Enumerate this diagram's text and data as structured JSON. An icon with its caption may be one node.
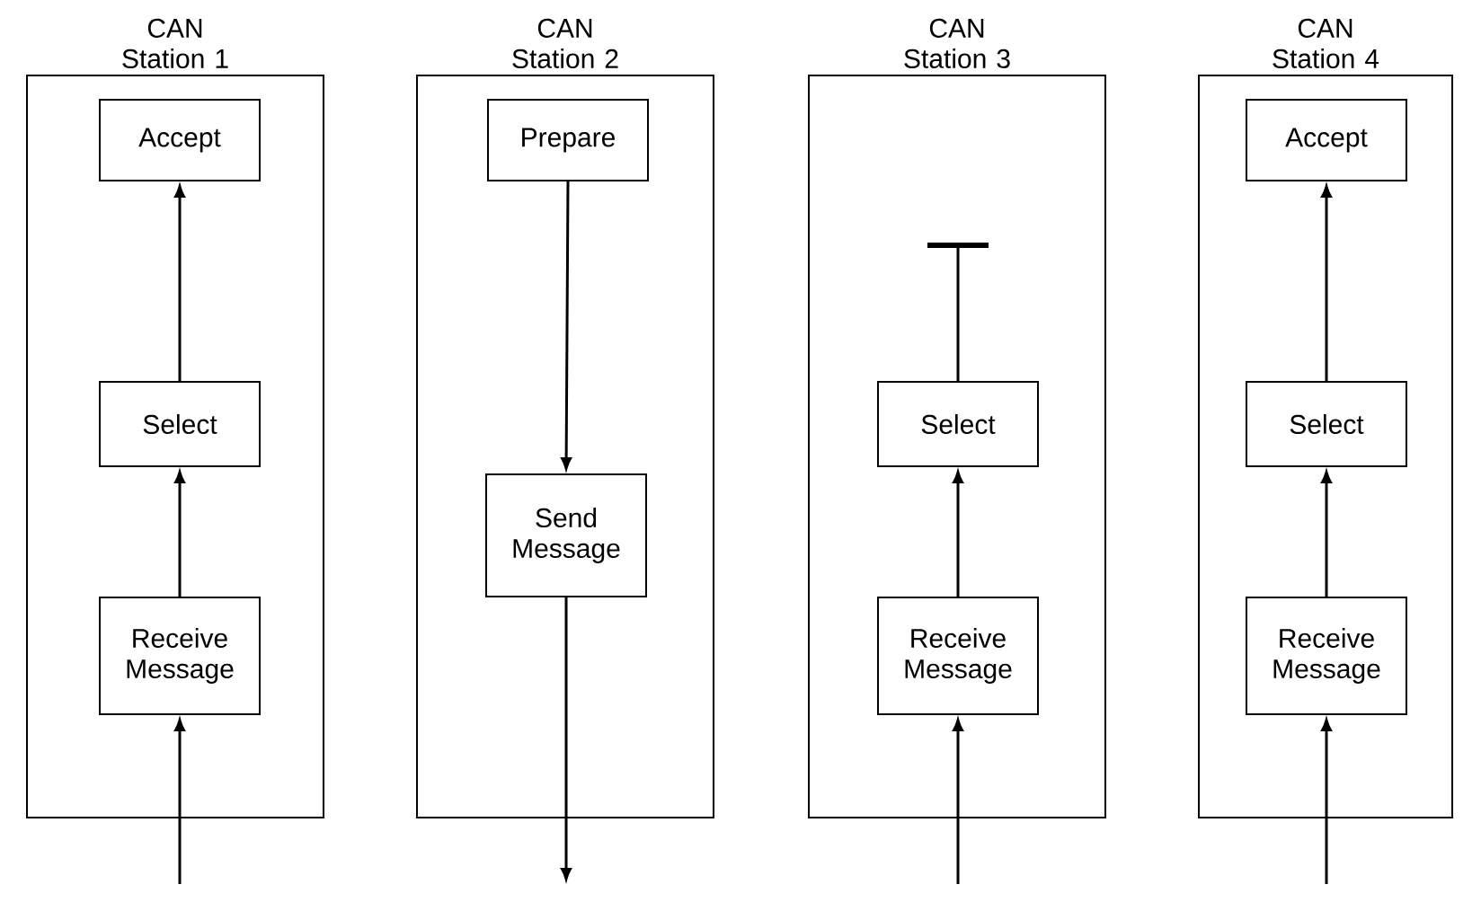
{
  "diagram": {
    "nodes": [
      {
        "text": [
          "CAN Station 1"
        ]
      },
      {
        "text": [
          "Accept"
        ],
        "in": 0
      },
      {
        "text": [
          "Select"
        ],
        "in": 0
      },
      {
        "text": [
          "Receive Message"
        ],
        "in": 0
      },
      {
        "text": [
          "CAN Station 2"
        ]
      },
      {
        "text": [
          "Prepare"
        ],
        "in": 4
      },
      {
        "text": [
          "Send Message"
        ],
        "in": 4
      },
      {
        "text": [
          "CAN Station 3"
        ]
      },
      {
        "text": [
          "Select"
        ],
        "in": 7
      },
      {
        "text": [
          "Receive Message"
        ],
        "in": 7
      },
      {
        "text": [
          "CAN Station 4"
        ]
      },
      {
        "text": [
          "Accept"
        ],
        "in": 10
      },
      {
        "text": [
          "Select"
        ],
        "in": 10
      },
      {
        "text": [
          "Receive Message"
        ],
        "in": 10
      }
    ],
    "edges": [
      {
        "from": null,
        "to": 3,
        "arrow": "to"
      },
      {
        "from": 3,
        "to": 2,
        "arrow": "to"
      },
      {
        "from": 2,
        "to": 1,
        "arrow": "to"
      },
      {
        "from": 5,
        "to": 6,
        "arrow": "to"
      },
      {
        "from": 6,
        "to": null,
        "arrow": "to"
      },
      {
        "from": null,
        "to": 9,
        "arrow": "to"
      },
      {
        "from": 9,
        "to": 8,
        "arrow": "to"
      },
      {
        "from": 8,
        "to": null,
        "arrow": "other"
      },
      {
        "from": null,
        "to": 13,
        "arrow": "to"
      },
      {
        "from": 13,
        "to": 12,
        "arrow": "to"
      },
      {
        "from": 12,
        "to": 11,
        "arrow": "to"
      }
    ]
  }
}
